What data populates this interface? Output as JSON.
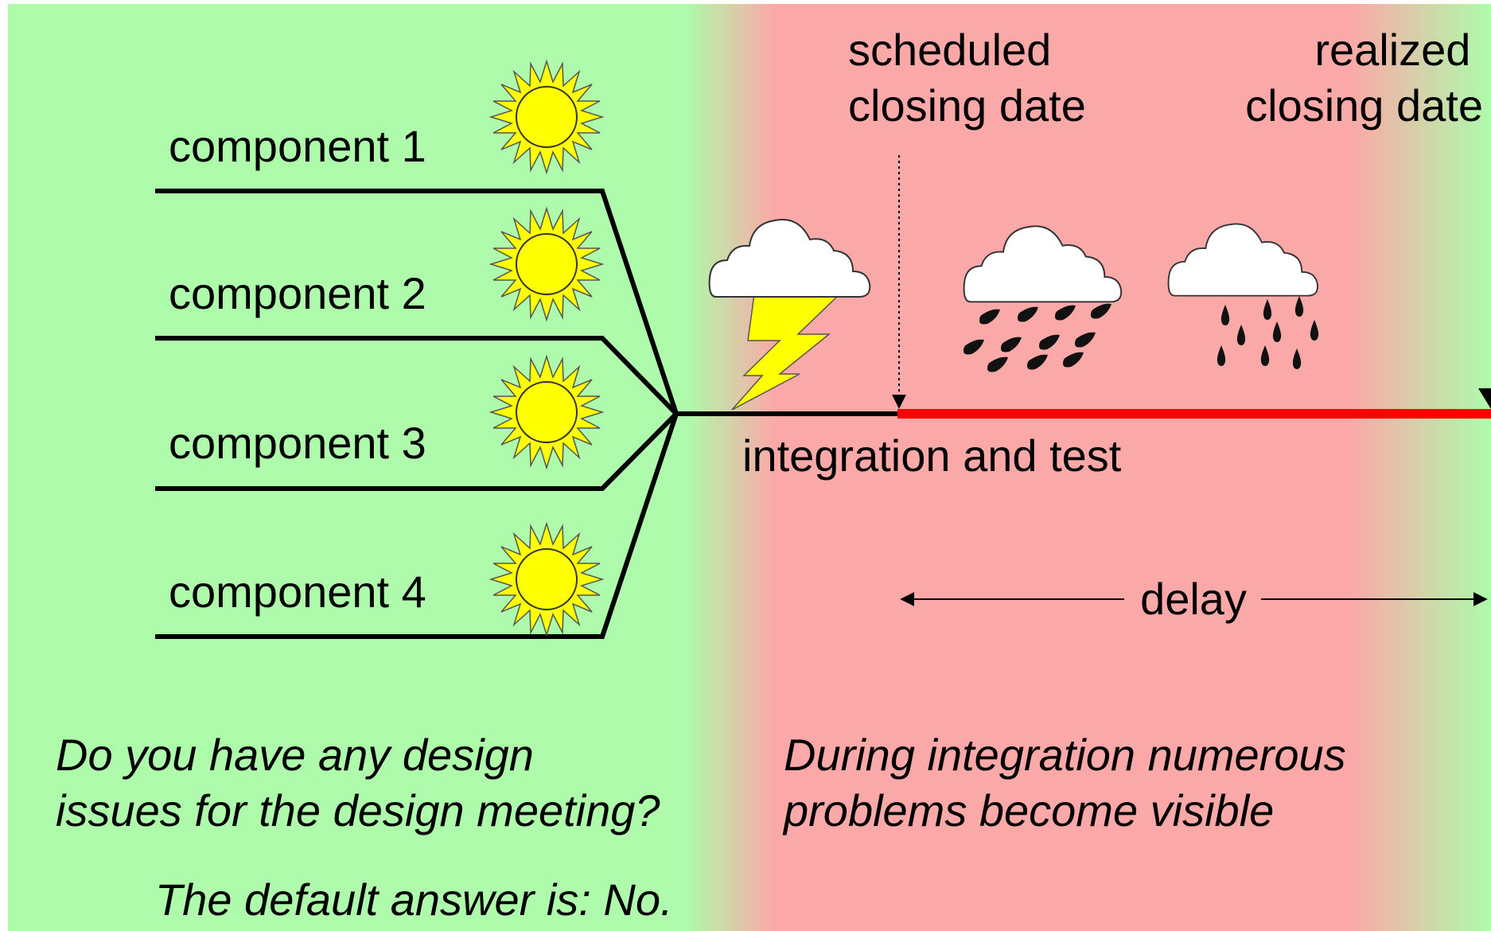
{
  "components": [
    {
      "label": "component 1"
    },
    {
      "label": "component 2"
    },
    {
      "label": "component 3"
    },
    {
      "label": "component 4"
    }
  ],
  "milestones": {
    "scheduled": [
      "scheduled",
      "closing date"
    ],
    "realized": [
      "realized",
      "closing date"
    ]
  },
  "phase_label": "integration and test",
  "delay_label": "delay",
  "left_question": [
    "Do you have any design",
    "issues for the design meeting?"
  ],
  "left_answer": "The default answer is: No.",
  "right_note": [
    "During integration numerous",
    "problems become visible"
  ],
  "colors": {
    "green_zone": "#aefbab",
    "red_zone": "#fba8a8",
    "delay_line": "#ff0000",
    "sun_fill": "#ffff00",
    "lightning": "#ffff00",
    "cloud": "#ffffff"
  },
  "icons": [
    "sun-icon",
    "lightning-cloud-icon",
    "heavy-rain-cloud-icon",
    "light-rain-cloud-icon"
  ]
}
